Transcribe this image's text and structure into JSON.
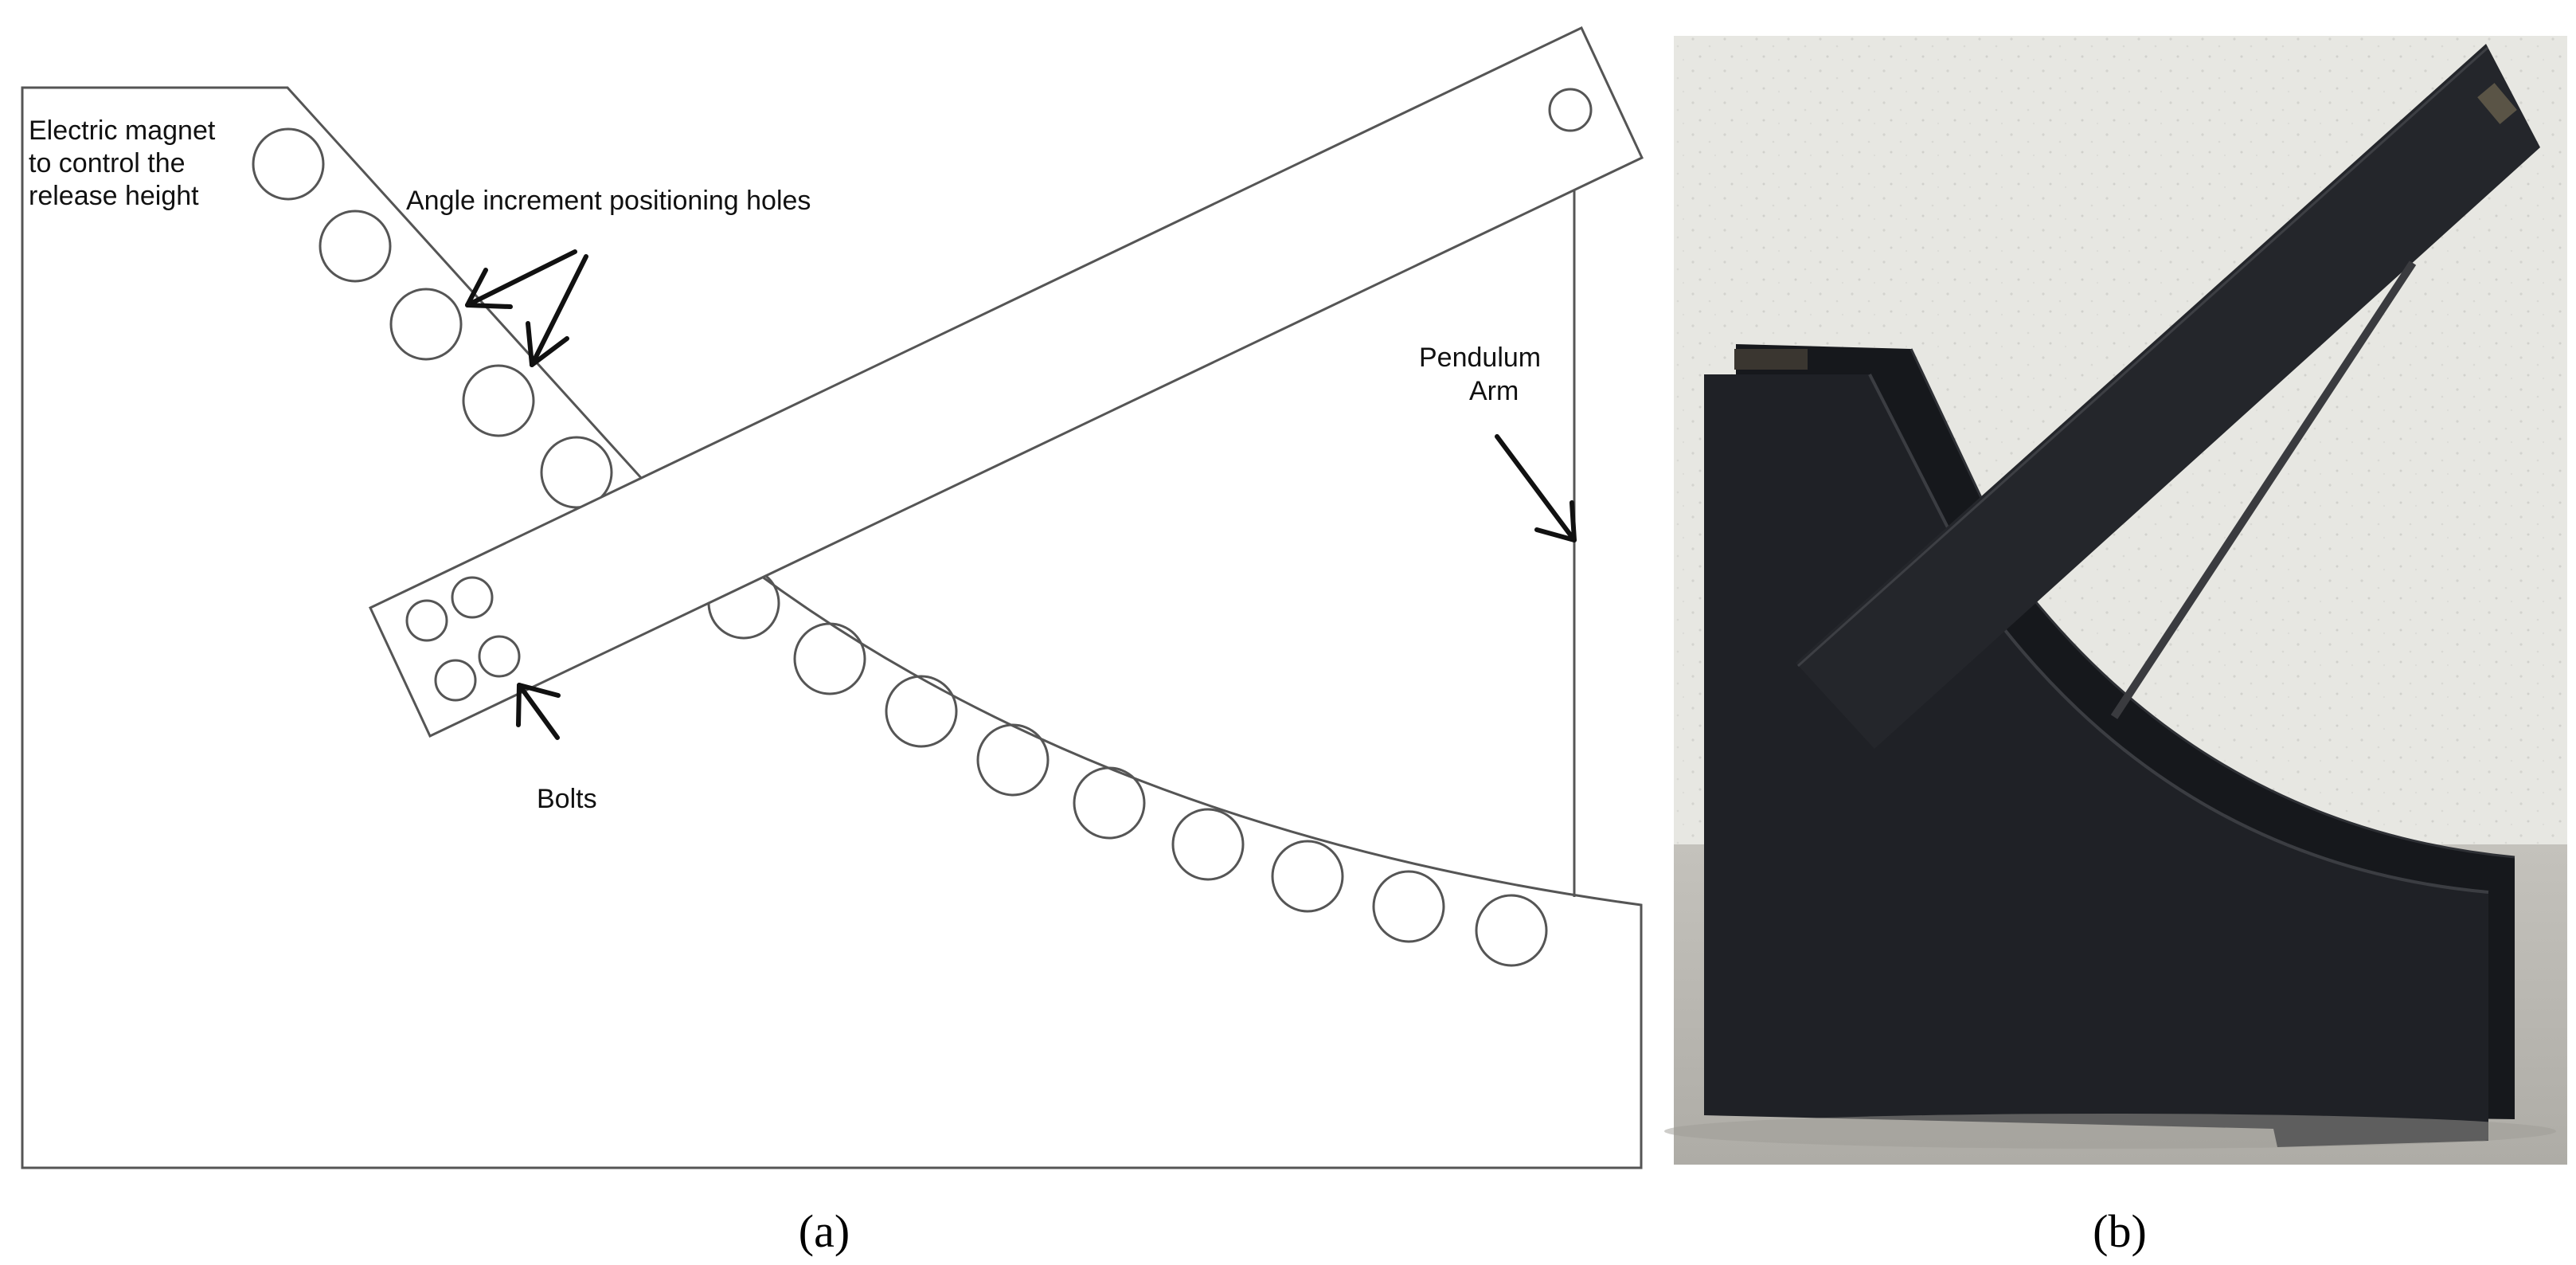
{
  "panel_a": {
    "labels": {
      "magnet_line1": "Electric magnet",
      "magnet_line2": "to control the",
      "magnet_line3": "release height",
      "holes": "Angle increment positioning holes",
      "pendulum_line1": "Pendulum",
      "pendulum_line2": "Arm",
      "bolts": "Bolts"
    },
    "caption": {
      "open": "(",
      "letter": "a",
      "close": ")"
    }
  },
  "panel_b": {
    "caption": {
      "open": "(",
      "letter": "b",
      "close": ")"
    }
  },
  "colors": {
    "line": "#555555",
    "arrow": "#111111",
    "wall": "#e6e6e1",
    "floor": "#b9b7b1",
    "device": "#1d1f24"
  }
}
